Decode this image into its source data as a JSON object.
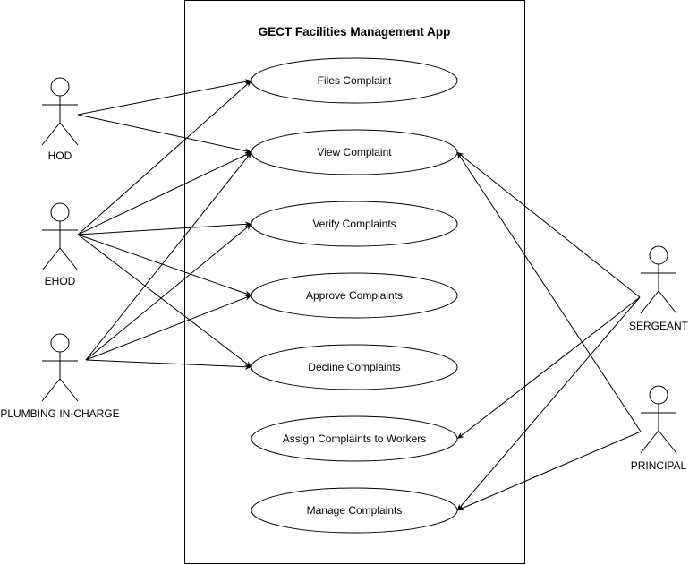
{
  "system": {
    "title": "GECT Facilities Management App"
  },
  "actors": [
    {
      "id": "hod",
      "label": "HOD"
    },
    {
      "id": "ehod",
      "label": "EHOD"
    },
    {
      "id": "plumbing",
      "label": "PLUMBING IN-CHARGE"
    },
    {
      "id": "sergeant",
      "label": "SERGEANT"
    },
    {
      "id": "principal",
      "label": "PRINCIPAL"
    }
  ],
  "use_cases": [
    {
      "id": "files",
      "label": "Files Complaint"
    },
    {
      "id": "view",
      "label": "View Complaint"
    },
    {
      "id": "verify",
      "label": "Verify Complaints"
    },
    {
      "id": "approve",
      "label": "Approve Complaints"
    },
    {
      "id": "decline",
      "label": "Decline Complaints"
    },
    {
      "id": "assign",
      "label": "Assign Complaints to Workers"
    },
    {
      "id": "manage",
      "label": "Manage Complaints"
    }
  ],
  "associations": [
    {
      "from": "hod",
      "to": "files"
    },
    {
      "from": "hod",
      "to": "view"
    },
    {
      "from": "ehod",
      "to": "files"
    },
    {
      "from": "ehod",
      "to": "view"
    },
    {
      "from": "ehod",
      "to": "verify"
    },
    {
      "from": "ehod",
      "to": "approve"
    },
    {
      "from": "ehod",
      "to": "decline"
    },
    {
      "from": "plumbing",
      "to": "view"
    },
    {
      "from": "plumbing",
      "to": "verify"
    },
    {
      "from": "plumbing",
      "to": "approve"
    },
    {
      "from": "plumbing",
      "to": "decline"
    },
    {
      "from": "sergeant",
      "to": "view"
    },
    {
      "from": "sergeant",
      "to": "assign"
    },
    {
      "from": "sergeant",
      "to": "manage"
    },
    {
      "from": "principal",
      "to": "view"
    },
    {
      "from": "principal",
      "to": "manage"
    }
  ]
}
